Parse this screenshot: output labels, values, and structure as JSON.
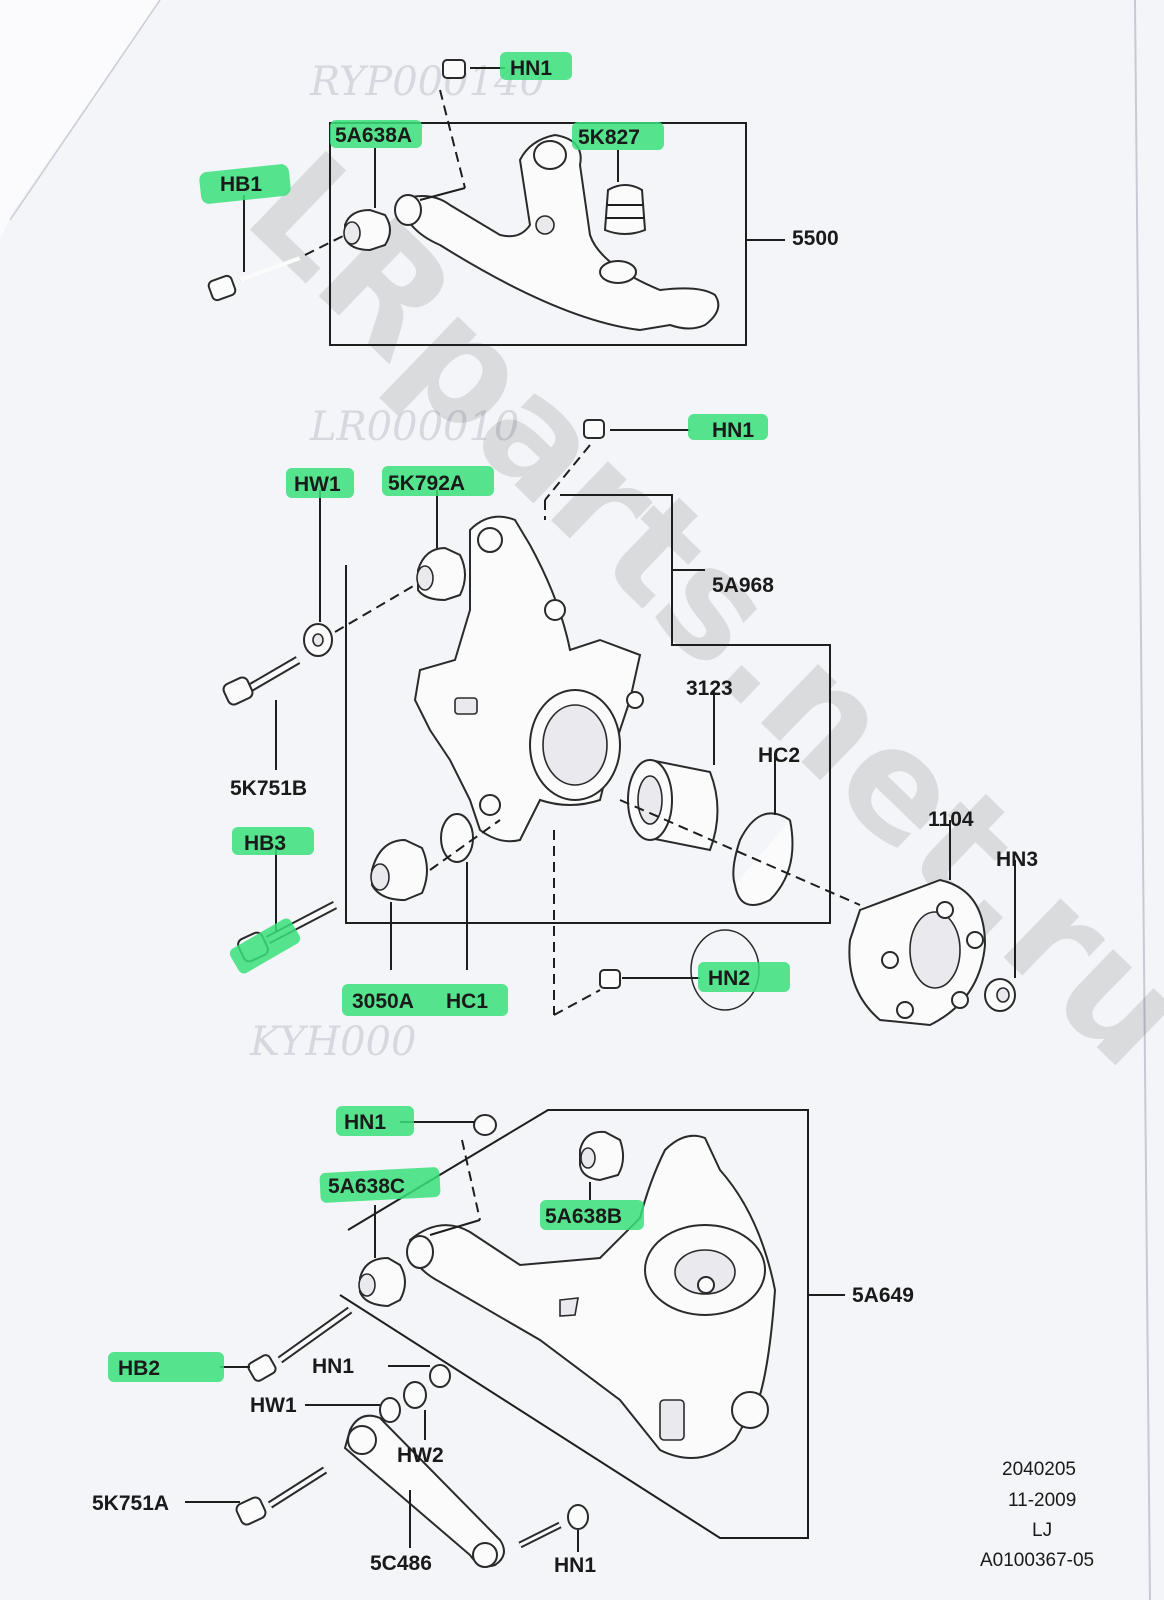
{
  "watermark": "LRparts.net.ru",
  "handwritten": [
    "RYP000140",
    "LR000010",
    "KYH000"
  ],
  "labels": {
    "hn1_top": "HN1",
    "p5a638a": "5A638A",
    "p5k827": "5K827",
    "hb1": "HB1",
    "p5500": "5500",
    "hn1_mid": "HN1",
    "hw1_mid": "HW1",
    "p5k792a": "5K792A",
    "p5a968": "5A968",
    "p5k751b": "5K751B",
    "p3123": "3123",
    "hc2": "HC2",
    "p1104": "1104",
    "hn3": "HN3",
    "hb3": "HB3",
    "p3050a": "3050A",
    "hc1": "HC1",
    "hn2": "HN2",
    "hn1_low": "HN1",
    "p5a638c": "5A638C",
    "p5a638b": "5A638B",
    "p5a649": "5A649",
    "hb2": "HB2",
    "hn1_bot1": "HN1",
    "hw1_bot": "HW1",
    "hw2": "HW2",
    "p5k751a": "5K751A",
    "p5c486": "5C486",
    "hn1_bot2": "HN1"
  },
  "footer": {
    "code": "2040205",
    "date": "11-2009",
    "model": "LJ",
    "ref": "A0100367-05"
  },
  "highlight_color": "#38e07a"
}
